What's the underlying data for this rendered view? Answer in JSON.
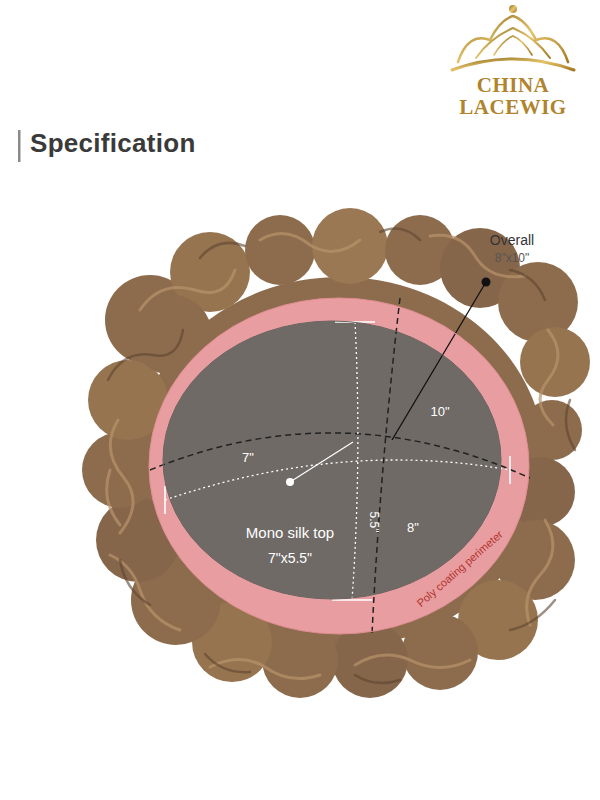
{
  "diagram": {
    "title": "Specification",
    "nodes": [
      {
        "text": [
          "Poly coating perimeter"
        ]
      },
      {
        "text": [
          "Mono silk top",
          "7\"x5.5\""
        ],
        "in": 0
      }
    ],
    "labels": [
      "CHINA",
      "LACEWIG",
      "Overall",
      "8\"x10\"",
      "10\"",
      "7\"",
      "5.5\"",
      "8\""
    ]
  }
}
